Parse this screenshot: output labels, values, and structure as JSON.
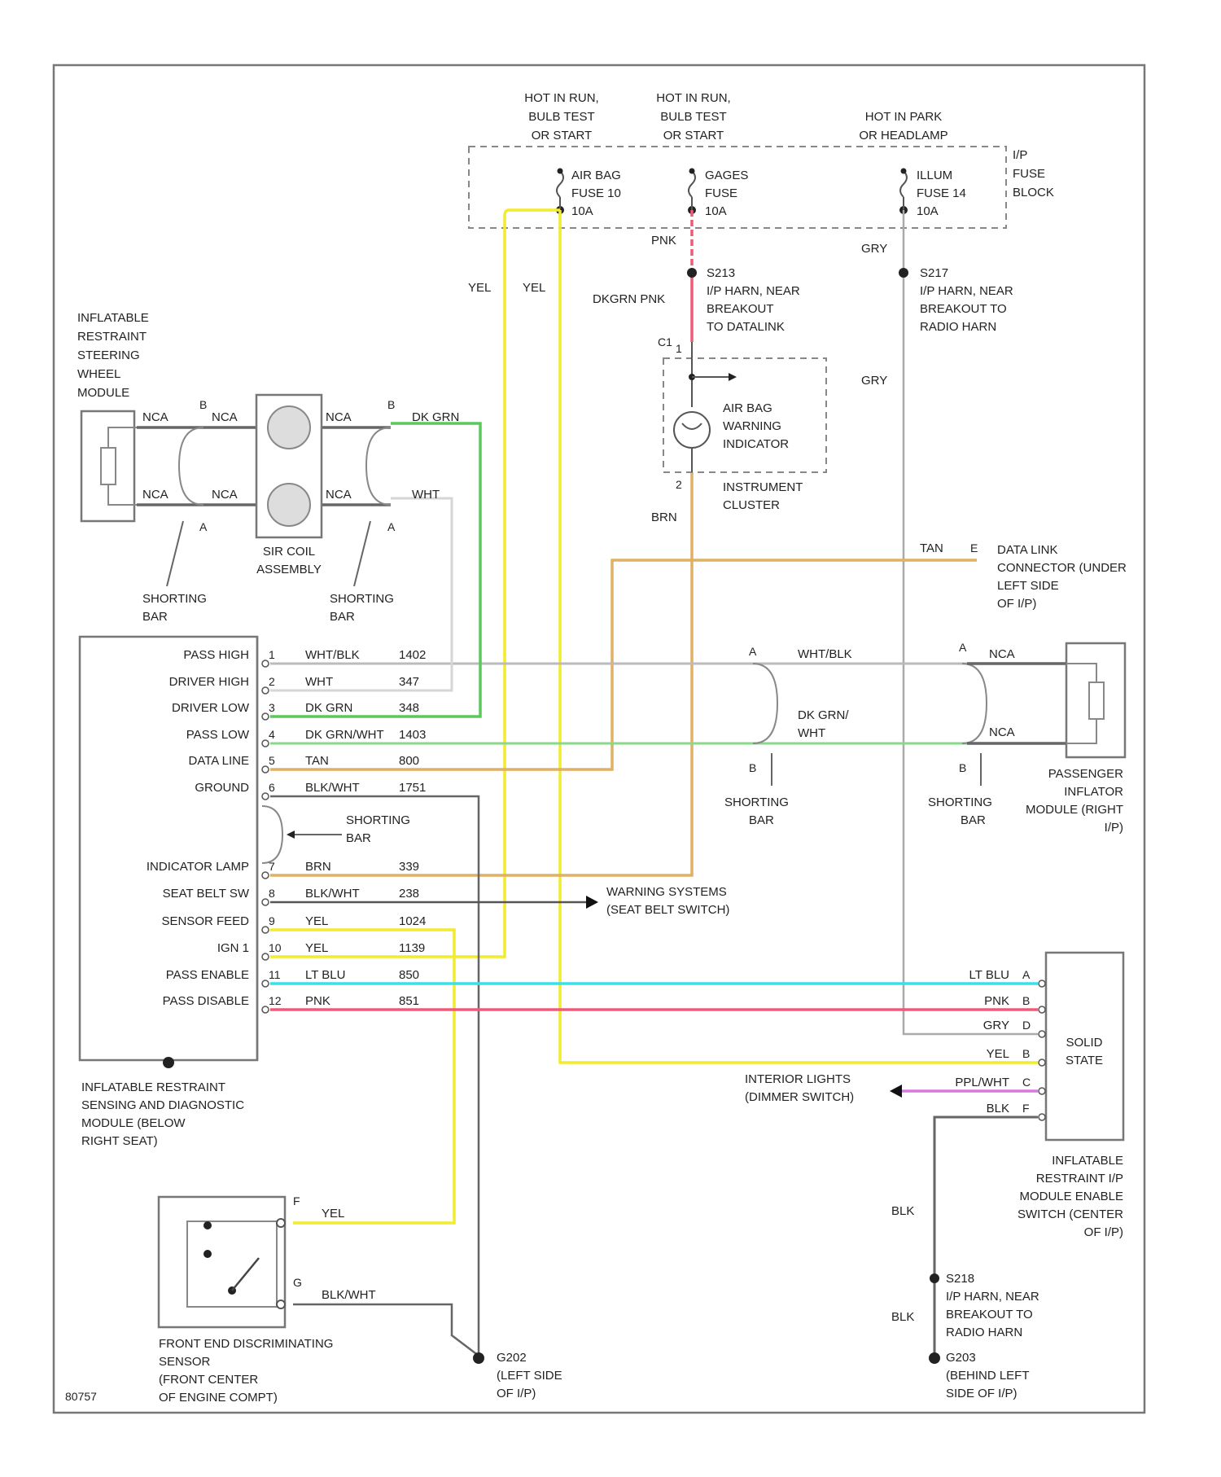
{
  "fuse_block": {
    "power_labels": [
      [
        "HOT IN RUN,",
        "BULB TEST",
        "OR START"
      ],
      [
        "HOT IN RUN,",
        "BULB TEST",
        "OR START"
      ],
      [
        "HOT IN PARK",
        "OR HEADLAMP"
      ]
    ],
    "fuses": [
      [
        "AIR BAG",
        "FUSE 10",
        "10A"
      ],
      [
        "GAGES",
        "FUSE",
        "10A"
      ],
      [
        "ILLUM",
        "FUSE 14",
        "10A"
      ]
    ],
    "name": [
      "I/P",
      "FUSE",
      "BLOCK"
    ]
  },
  "splices": {
    "s213": [
      "S213",
      "I/P HARN, NEAR",
      "BREAKOUT",
      "TO DATALINK"
    ],
    "s217": [
      "S217",
      "I/P HARN, NEAR",
      "BREAKOUT TO",
      "RADIO HARN"
    ],
    "s218": [
      "S218",
      "I/P HARN, NEAR",
      "BREAKOUT TO",
      "RADIO HARN"
    ]
  },
  "grounds": {
    "g202": [
      "G202",
      "(LEFT SIDE",
      "OF I/P)"
    ],
    "g203": [
      "G203",
      "(BEHIND LEFT",
      "SIDE OF I/P)"
    ]
  },
  "components": {
    "steering_module": [
      "INFLATABLE",
      "RESTRAINT",
      "STEERING",
      "WHEEL",
      "MODULE"
    ],
    "sir_coil": [
      "SIR COIL",
      "ASSEMBLY"
    ],
    "indicator": [
      "AIR BAG",
      "WARNING",
      "INDICATOR"
    ],
    "cluster": [
      "INSTRUMENT",
      "CLUSTER"
    ],
    "data_link": [
      "DATA LINK",
      "CONNECTOR (UNDER",
      "LEFT SIDE",
      "OF I/P)"
    ],
    "passenger_module": [
      "PASSENGER",
      "INFLATOR",
      "MODULE (RIGHT",
      "I/P)"
    ],
    "sdm": [
      "INFLATABLE RESTRAINT",
      "SENSING AND DIAGNOSTIC",
      "MODULE (BELOW",
      "RIGHT SEAT)"
    ],
    "warning_systems": [
      "WARNING SYSTEMS",
      "(SEAT BELT SWITCH)"
    ],
    "interior_lights": [
      "INTERIOR LIGHTS",
      "(DIMMER SWITCH)"
    ],
    "solid_state": [
      "SOLID",
      "STATE"
    ],
    "switch_module": [
      "INFLATABLE",
      "RESTRAINT I/P",
      "MODULE ENABLE",
      "SWITCH (CENTER",
      "OF I/P)"
    ],
    "front_sensor": [
      "FRONT END DISCRIMINATING",
      "SENSOR",
      "(FRONT CENTER",
      "OF ENGINE COMPT)"
    ],
    "shorting_bar": [
      "SHORTING",
      "BAR"
    ]
  },
  "sdm_pins": [
    {
      "name": "PASS HIGH",
      "pin": "1",
      "color": "WHT/BLK",
      "circuit": "1402"
    },
    {
      "name": "DRIVER HIGH",
      "pin": "2",
      "color": "WHT",
      "circuit": "347"
    },
    {
      "name": "DRIVER LOW",
      "pin": "3",
      "color": "DK GRN",
      "circuit": "348"
    },
    {
      "name": "PASS LOW",
      "pin": "4",
      "color": "DK GRN/WHT",
      "circuit": "1403"
    },
    {
      "name": "DATA LINE",
      "pin": "5",
      "color": "TAN",
      "circuit": "800"
    },
    {
      "name": "GROUND",
      "pin": "6",
      "color": "BLK/WHT",
      "circuit": "1751"
    },
    {
      "name": "INDICATOR LAMP",
      "pin": "7",
      "color": "BRN",
      "circuit": "339"
    },
    {
      "name": "SEAT BELT SW",
      "pin": "8",
      "color": "BLK/WHT",
      "circuit": "238"
    },
    {
      "name": "SENSOR FEED",
      "pin": "9",
      "color": "YEL",
      "circuit": "1024"
    },
    {
      "name": "IGN 1",
      "pin": "10",
      "color": "YEL",
      "circuit": "1139"
    },
    {
      "name": "PASS ENABLE",
      "pin": "11",
      "color": "LT BLU",
      "circuit": "850"
    },
    {
      "name": "PASS DISABLE",
      "pin": "12",
      "color": "PNK",
      "circuit": "851"
    }
  ],
  "switch_pins": [
    {
      "color": "LT BLU",
      "pin": "A"
    },
    {
      "color": "PNK",
      "pin": "B"
    },
    {
      "color": "GRY",
      "pin": "D"
    },
    {
      "color": "YEL",
      "pin": "B"
    },
    {
      "color": "PPL/WHT",
      "pin": "C"
    },
    {
      "color": "BLK",
      "pin": "F"
    }
  ],
  "wire_labels": {
    "yel": "YEL",
    "pnk": "PNK",
    "dkgrn_pnk": "DKGRN PNK",
    "gry": "GRY",
    "brn": "BRN",
    "tan": "TAN",
    "nca": "NCA",
    "dkgrn": "DK GRN",
    "wht": "WHT",
    "whtblk": "WHT/BLK",
    "dkgrn_wht": [
      "DK GRN/",
      "WHT"
    ],
    "blk": "BLK",
    "blkwht": "BLK/WHT"
  },
  "pins": {
    "a": "A",
    "b": "B",
    "c1": "C1",
    "e": "E",
    "f": "F",
    "g": "G",
    "one": "1",
    "two": "2"
  },
  "diagram_id": "80757",
  "colors": {
    "yellow": "#f2ec2e",
    "green": "#5cc85c",
    "pink": "#ef5a78",
    "cyan": "#38e0ec",
    "tan": "#e0b064",
    "purple": "#d77ae0",
    "gray": "#8a8a8a",
    "black": "#333333"
  }
}
